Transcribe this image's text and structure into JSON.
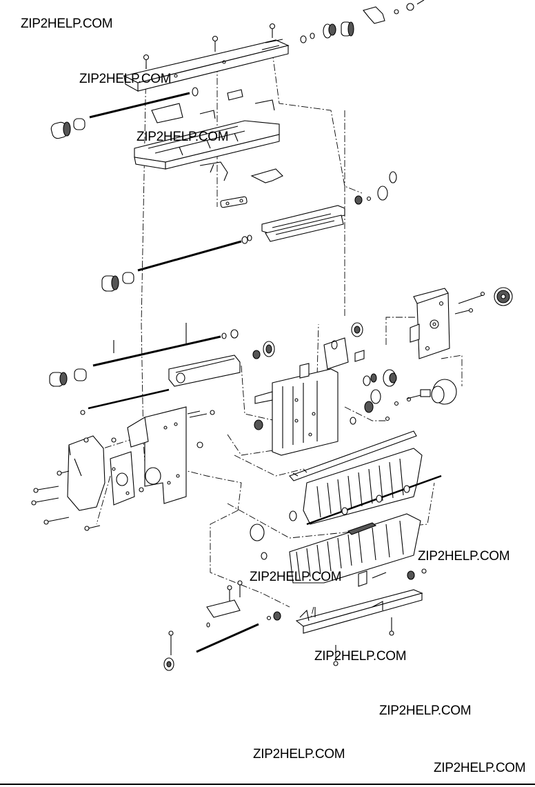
{
  "watermarks": [
    "ZIP2HELP.COM",
    "ZIP2HELP.COM",
    "ZIP2HELP.COM",
    "ZIP2HELP.COM",
    "ZIP2HELP.COM",
    "ZIP2HELP.COM",
    "ZIP2HELP.COM",
    "ZIP2HELP.COM",
    "ZIP2HELP.COM"
  ],
  "colors": {
    "ink": "#000000",
    "background": "#ffffff",
    "part_fill": "#ffffff",
    "shade": "#555555"
  }
}
